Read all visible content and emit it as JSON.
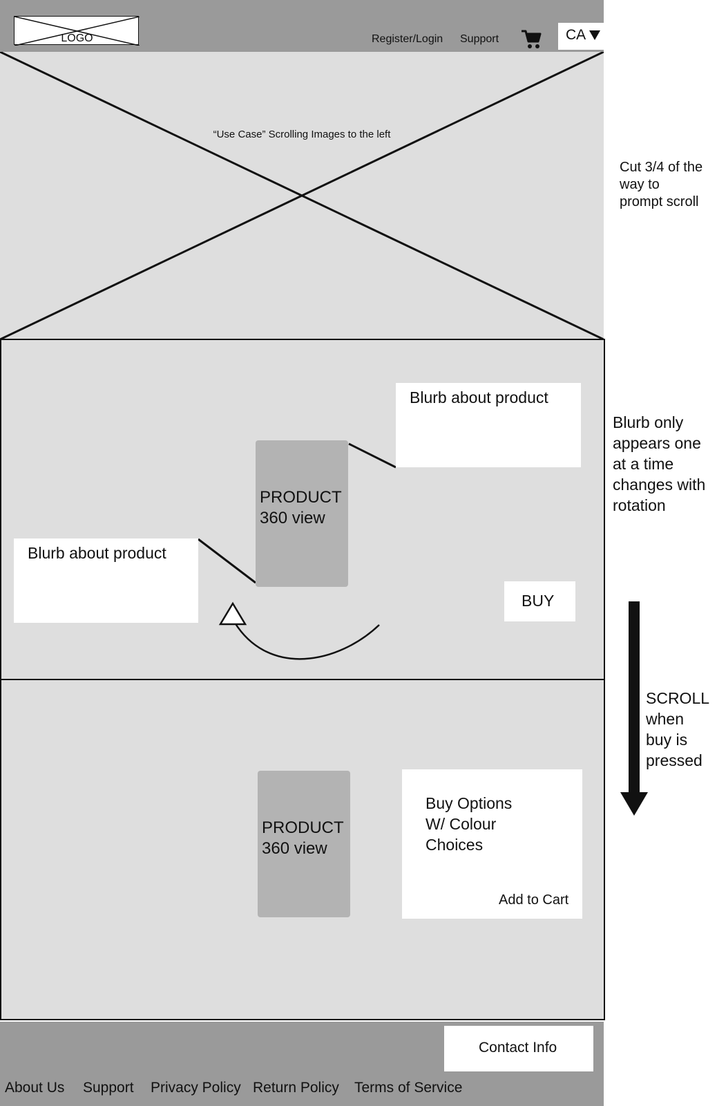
{
  "header": {
    "logo_label": "LOGO",
    "nav": {
      "register_login": "Register/Login",
      "support": "Support"
    },
    "cart_icon": "shopping-cart-icon",
    "region": "CA",
    "region_icon": "triangle-down-icon"
  },
  "hero": {
    "caption": "“Use Case” Scrolling Images to the left"
  },
  "product_section": {
    "blurb_top": "Blurb about product",
    "blurb_left": "Blurb about product",
    "product_line1": "PRODUCT",
    "product_line2": "360 view",
    "buy_label": "BUY",
    "rotation_icon": "curved-arrow-icon"
  },
  "buy_section": {
    "product_line1": "PRODUCT",
    "product_line2": "360 view",
    "options_line1": "Buy Options",
    "options_line2": "W/ Colour",
    "options_line3": "Choices",
    "add_to_cart": "Add to Cart"
  },
  "annotations": {
    "cut_note": [
      "Cut 3/4 of the",
      "way to",
      "prompt scroll"
    ],
    "blurb_note": [
      "Blurb only",
      "appears one",
      "at a time",
      "changes with",
      "rotation"
    ],
    "scroll_note": [
      "SCROLL",
      "when",
      "buy is",
      "pressed"
    ],
    "scroll_arrow_icon": "arrow-down-icon"
  },
  "footer": {
    "contact": "Contact Info",
    "links": [
      "About Us",
      "Support",
      "Privacy Policy",
      "Return Policy",
      "Terms of Service"
    ]
  },
  "colors": {
    "chrome_gray": "#9a9a9a",
    "panel_gray": "#dedede",
    "product_gray": "#b3b3b3"
  }
}
